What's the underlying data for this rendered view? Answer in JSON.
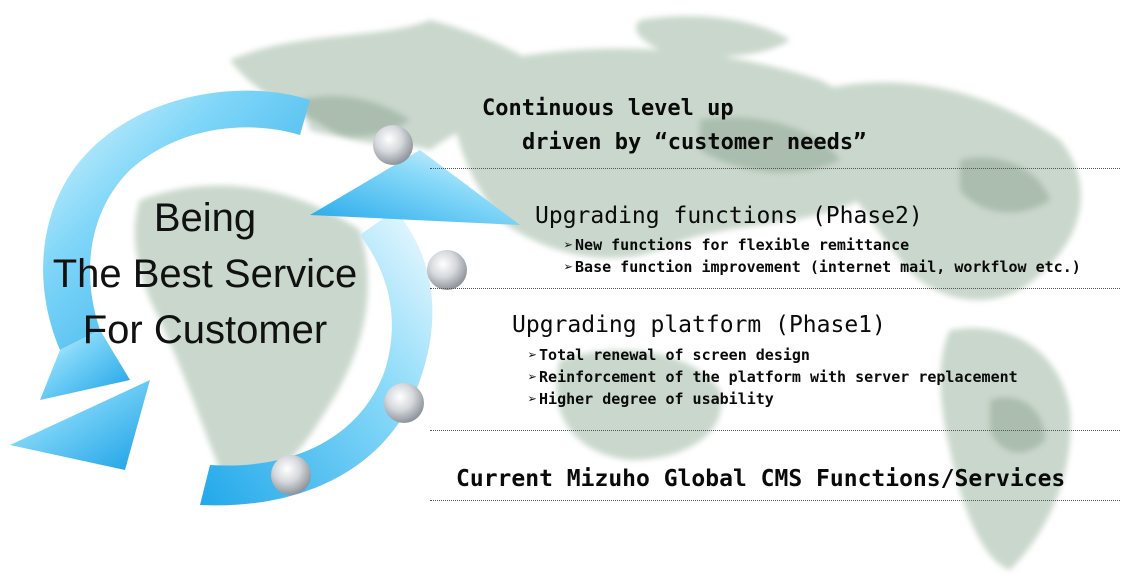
{
  "center": {
    "line1": "Being",
    "line2": "The Best Service",
    "line3": "For Customer"
  },
  "top_note": {
    "line1": "Continuous level up",
    "line2": "driven by “customer needs”"
  },
  "phase2": {
    "title": "Upgrading functions (Phase2)",
    "bullets": [
      "New functions for flexible remittance",
      "Base function improvement (internet mail, workflow etc.)"
    ]
  },
  "phase1": {
    "title": "Upgrading platform (Phase1)",
    "bullets": [
      "Total renewal of screen design",
      "Reinforcement of the platform with server replacement",
      "Higher degree of usability"
    ]
  },
  "current": {
    "title": "Current Mizuho Global CMS Functions/Services"
  },
  "bullet_marker": "➢",
  "colors": {
    "arrow_light": "#d9f3ff",
    "arrow_mid": "#5cc8f5",
    "arrow_dark": "#1aa0e6",
    "map_land": "#a3b9a7",
    "text": "#0a0a0a"
  }
}
